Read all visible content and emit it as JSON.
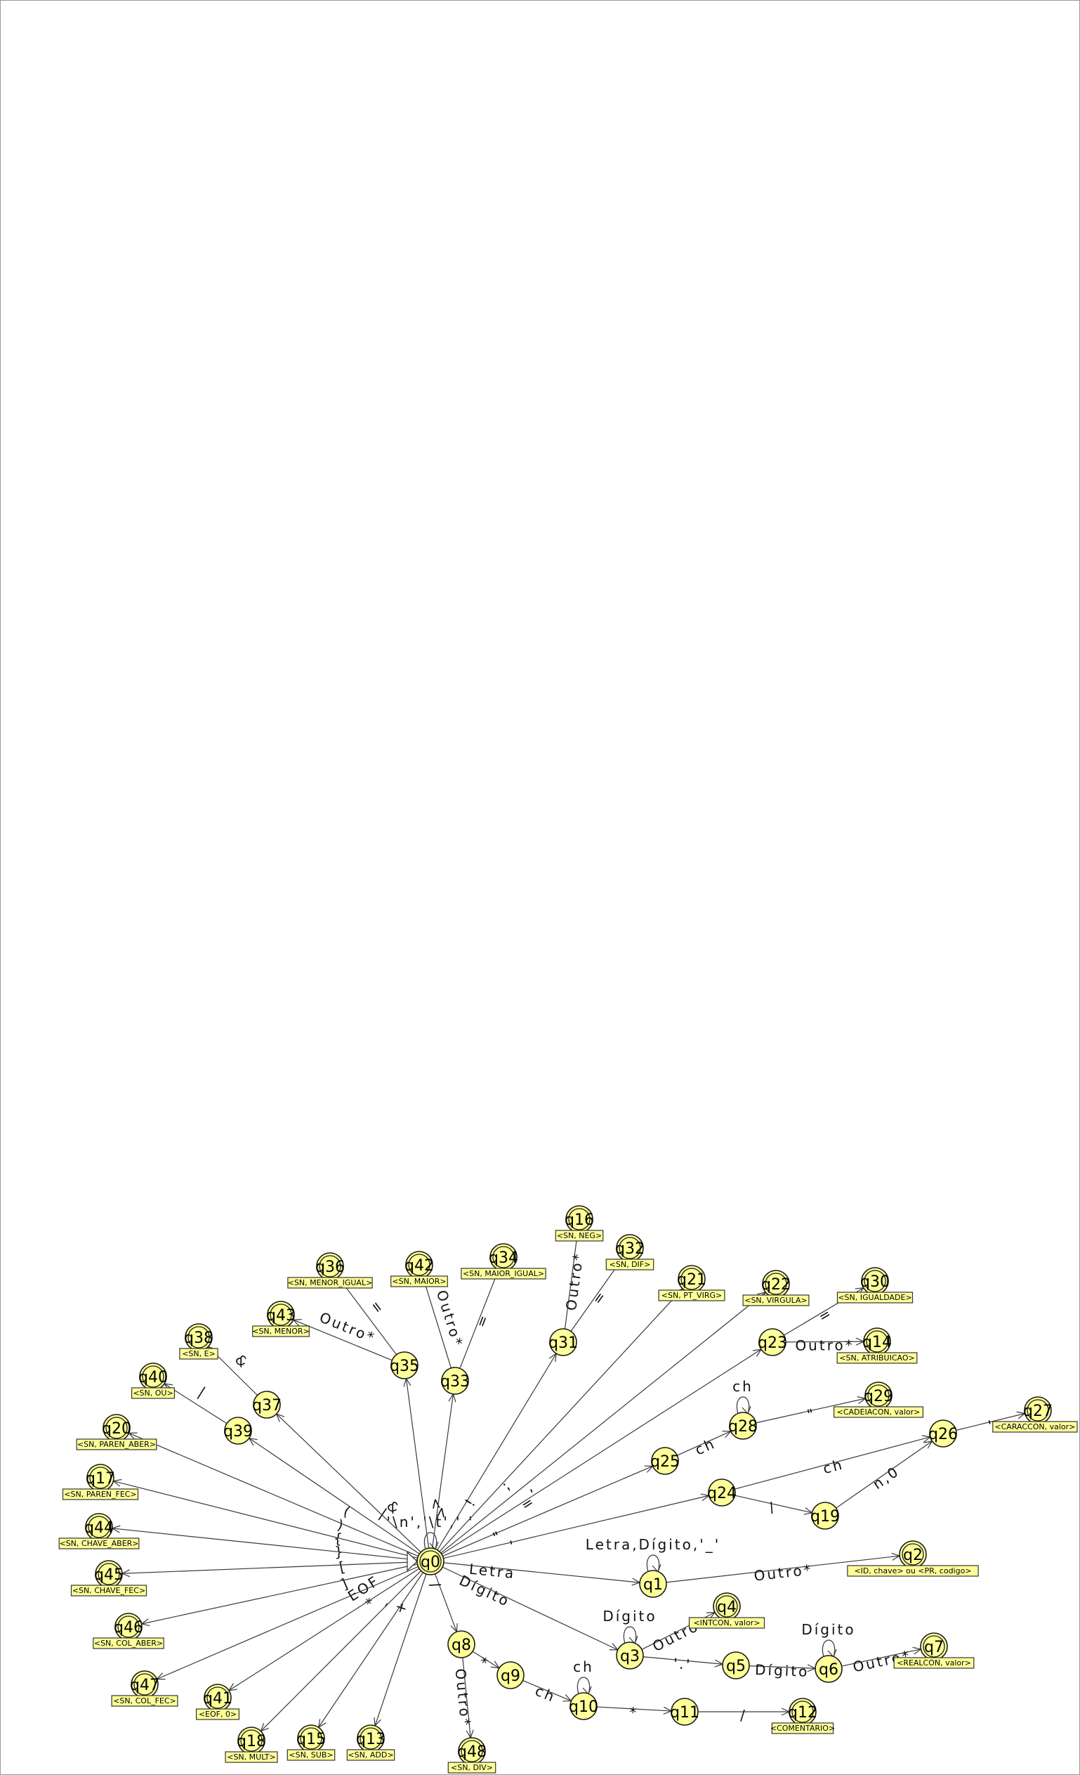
{
  "states": [
    {
      "id": "q0",
      "accept": true,
      "out": ""
    },
    {
      "id": "q1",
      "accept": false,
      "out": ""
    },
    {
      "id": "q2",
      "accept": true,
      "out": "<ID, chave> ou <PR, codigo>"
    },
    {
      "id": "q3",
      "accept": false,
      "out": ""
    },
    {
      "id": "q4",
      "accept": true,
      "out": "<INTCON, valor>"
    },
    {
      "id": "q5",
      "accept": false,
      "out": ""
    },
    {
      "id": "q6",
      "accept": false,
      "out": ""
    },
    {
      "id": "q7",
      "accept": true,
      "out": "<REALCON, valor>"
    },
    {
      "id": "q8",
      "accept": false,
      "out": ""
    },
    {
      "id": "q9",
      "accept": false,
      "out": ""
    },
    {
      "id": "q10",
      "accept": false,
      "out": ""
    },
    {
      "id": "q11",
      "accept": false,
      "out": ""
    },
    {
      "id": "q12",
      "accept": true,
      "out": "<COMENTARIO>"
    },
    {
      "id": "q13",
      "accept": true,
      "out": "<SN, ADD>"
    },
    {
      "id": "q14",
      "accept": true,
      "out": "<SN, ATRIBUICAO>"
    },
    {
      "id": "q15",
      "accept": true,
      "out": "<SN, SUB>"
    },
    {
      "id": "q16",
      "accept": true,
      "out": "<SN, NEG>"
    },
    {
      "id": "q17",
      "accept": true,
      "out": "<SN, PAREN_FEC>"
    },
    {
      "id": "q18",
      "accept": true,
      "out": "<SN, MULT>"
    },
    {
      "id": "q19",
      "accept": false,
      "out": ""
    },
    {
      "id": "q20",
      "accept": true,
      "out": "<SN, PAREN_ABER>"
    },
    {
      "id": "q21",
      "accept": true,
      "out": "<SN, PT_VIRG>"
    },
    {
      "id": "q22",
      "accept": true,
      "out": "<SN, VIRGULA>"
    },
    {
      "id": "q23",
      "accept": false,
      "out": ""
    },
    {
      "id": "q24",
      "accept": false,
      "out": ""
    },
    {
      "id": "q25",
      "accept": false,
      "out": ""
    },
    {
      "id": "q26",
      "accept": false,
      "out": ""
    },
    {
      "id": "q27",
      "accept": true,
      "out": "<CARACCON, valor>"
    },
    {
      "id": "q28",
      "accept": false,
      "out": ""
    },
    {
      "id": "q29",
      "accept": true,
      "out": "<CADEIACON, valor>"
    },
    {
      "id": "q30",
      "accept": true,
      "out": "<SN, IGUALDADE>"
    },
    {
      "id": "q31",
      "accept": false,
      "out": ""
    },
    {
      "id": "q32",
      "accept": true,
      "out": "<SN, DIF>"
    },
    {
      "id": "q33",
      "accept": false,
      "out": ""
    },
    {
      "id": "q34",
      "accept": true,
      "out": "<SN, MAIOR_IGUAL>"
    },
    {
      "id": "q35",
      "accept": false,
      "out": ""
    },
    {
      "id": "q36",
      "accept": true,
      "out": "<SN, MENOR_IGUAL>"
    },
    {
      "id": "q37",
      "accept": false,
      "out": ""
    },
    {
      "id": "q38",
      "accept": true,
      "out": "<SN, E>"
    },
    {
      "id": "q39",
      "accept": false,
      "out": ""
    },
    {
      "id": "q40",
      "accept": true,
      "out": "<SN, OU>"
    },
    {
      "id": "q41",
      "accept": true,
      "out": "<EOF, 0>"
    },
    {
      "id": "q42",
      "accept": true,
      "out": "<SN, MAIOR>"
    },
    {
      "id": "q43",
      "accept": true,
      "out": "<SN, MENOR>"
    },
    {
      "id": "q44",
      "accept": true,
      "out": "<SN, CHAVE_ABER>"
    },
    {
      "id": "q45",
      "accept": true,
      "out": "<SN, CHAVE_FEC>"
    },
    {
      "id": "q46",
      "accept": true,
      "out": "<SN, COL_ABER>"
    },
    {
      "id": "q47",
      "accept": true,
      "out": "<SN, COL_FEC>"
    },
    {
      "id": "q48",
      "accept": true,
      "out": "<SN, DIV>"
    }
  ],
  "transitions": [
    {
      "from": "q0",
      "to": "q0",
      "label": "'\\n','\\t',' '"
    },
    {
      "from": "q0",
      "to": "q1",
      "label": "Letra"
    },
    {
      "from": "q1",
      "to": "q1",
      "label": "Letra,Dígito,'_'"
    },
    {
      "from": "q1",
      "to": "q2",
      "label": "Outro*"
    },
    {
      "from": "q0",
      "to": "q3",
      "label": "Dígito"
    },
    {
      "from": "q3",
      "to": "q3",
      "label": "Dígito"
    },
    {
      "from": "q3",
      "to": "q4",
      "label": "Outro*"
    },
    {
      "from": "q3",
      "to": "q5",
      "label": "'.'"
    },
    {
      "from": "q5",
      "to": "q6",
      "label": "Dígito"
    },
    {
      "from": "q6",
      "to": "q6",
      "label": "Dígito"
    },
    {
      "from": "q6",
      "to": "q7",
      "label": "Outro*"
    },
    {
      "from": "q0",
      "to": "q8",
      "label": "/"
    },
    {
      "from": "q8",
      "to": "q9",
      "label": "*"
    },
    {
      "from": "q8",
      "to": "q48",
      "label": "Outro*"
    },
    {
      "from": "q9",
      "to": "q10",
      "label": "ch"
    },
    {
      "from": "q10",
      "to": "q10",
      "label": "ch"
    },
    {
      "from": "q10",
      "to": "q11",
      "label": "*"
    },
    {
      "from": "q11",
      "to": "q12",
      "label": "/"
    },
    {
      "from": "q0",
      "to": "q13",
      "label": "+"
    },
    {
      "from": "q0",
      "to": "q15",
      "label": "-"
    },
    {
      "from": "q0",
      "to": "q18",
      "label": "*"
    },
    {
      "from": "q0",
      "to": "q41",
      "label": "EOF"
    },
    {
      "from": "q0",
      "to": "q47",
      "label": "]"
    },
    {
      "from": "q0",
      "to": "q46",
      "label": "["
    },
    {
      "from": "q0",
      "to": "q45",
      "label": "}"
    },
    {
      "from": "q0",
      "to": "q44",
      "label": "{"
    },
    {
      "from": "q0",
      "to": "q17",
      "label": ")"
    },
    {
      "from": "q0",
      "to": "q20",
      "label": "("
    },
    {
      "from": "q0",
      "to": "q39",
      "label": "|"
    },
    {
      "from": "q39",
      "to": "q40",
      "label": "|"
    },
    {
      "from": "q0",
      "to": "q37",
      "label": "&"
    },
    {
      "from": "q37",
      "to": "q38",
      "label": "&"
    },
    {
      "from": "q0",
      "to": "q35",
      "label": "<"
    },
    {
      "from": "q35",
      "to": "q36",
      "label": "="
    },
    {
      "from": "q35",
      "to": "q43",
      "label": "Outro*"
    },
    {
      "from": "q0",
      "to": "q33",
      "label": ">"
    },
    {
      "from": "q33",
      "to": "q34",
      "label": "="
    },
    {
      "from": "q33",
      "to": "q42",
      "label": "Outro*"
    },
    {
      "from": "q0",
      "to": "q31",
      "label": "!"
    },
    {
      "from": "q31",
      "to": "q32",
      "label": "="
    },
    {
      "from": "q31",
      "to": "q16",
      "label": "Outro*"
    },
    {
      "from": "q0",
      "to": "q21",
      "label": ";"
    },
    {
      "from": "q0",
      "to": "q22",
      "label": ","
    },
    {
      "from": "q0",
      "to": "q23",
      "label": "="
    },
    {
      "from": "q23",
      "to": "q30",
      "label": "="
    },
    {
      "from": "q23",
      "to": "q14",
      "label": "Outro*"
    },
    {
      "from": "q0",
      "to": "q25",
      "label": "\""
    },
    {
      "from": "q25",
      "to": "q28",
      "label": "ch"
    },
    {
      "from": "q28",
      "to": "q28",
      "label": "ch"
    },
    {
      "from": "q28",
      "to": "q29",
      "label": "\""
    },
    {
      "from": "q0",
      "to": "q24",
      "label": "'"
    },
    {
      "from": "q24",
      "to": "q26",
      "label": "ch"
    },
    {
      "from": "q24",
      "to": "q19",
      "label": "\\"
    },
    {
      "from": "q19",
      "to": "q26",
      "label": "n,0"
    },
    {
      "from": "q26",
      "to": "q27",
      "label": "'"
    }
  ]
}
